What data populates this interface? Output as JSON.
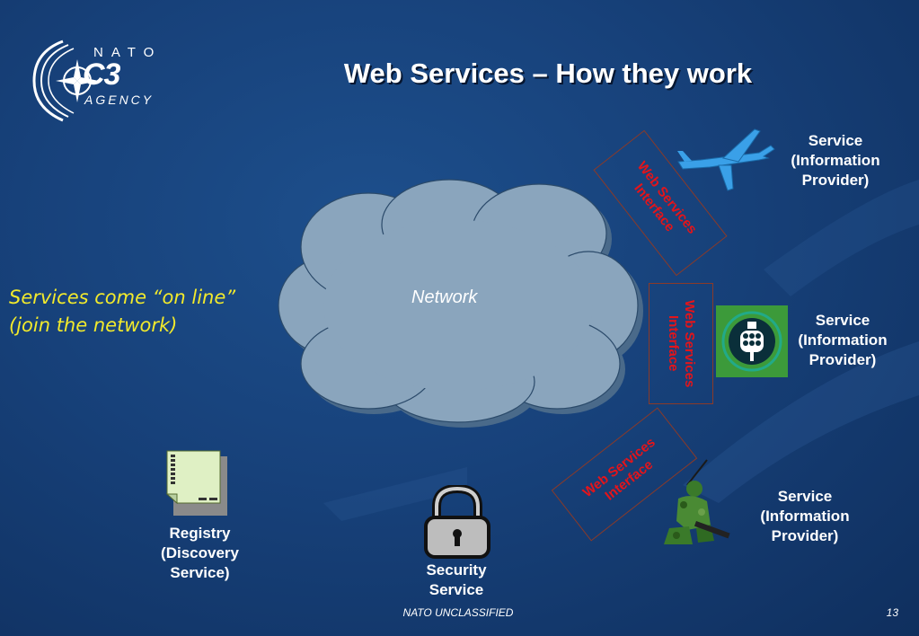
{
  "title": "Web Services – How they work",
  "logo": {
    "line1": "NATO",
    "line2": "C3",
    "line3": "AGENCY"
  },
  "network_label": "Network",
  "services_text": {
    "line1": "Services come “on line”",
    "line2": "(join the network)"
  },
  "interface_label": {
    "line1": "Web Services",
    "line2": "Interface"
  },
  "service_label": {
    "line1": "Service",
    "line2": "(Information",
    "line3": "Provider)"
  },
  "registry": {
    "line1": "Registry",
    "line2": "(Discovery",
    "line3": "Service)"
  },
  "security": {
    "line1": "Security",
    "line2": "Service"
  },
  "footer": "NATO UNCLASSIFIED",
  "page_number": "13",
  "colors": {
    "background": "#17417a",
    "highlight_text": "#f2ea2c",
    "interface_text": "#e4141a",
    "cloud": "#8aa5bd"
  }
}
